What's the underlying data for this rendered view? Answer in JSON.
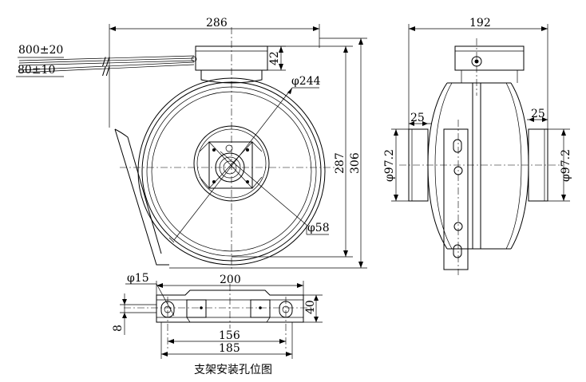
{
  "front_view": {
    "width": "286",
    "height_outer": "306",
    "height_inner": "287",
    "box_height": "42",
    "diameter_large": "φ244",
    "diameter_small": "φ58",
    "cable_long": "800±20",
    "cable_short": "80±10"
  },
  "side_view": {
    "width": "192",
    "spigot_left": "25",
    "spigot_right": "25",
    "diameter_left": "φ97.2",
    "diameter_right": "φ97.2"
  },
  "bracket_view": {
    "hole_diameter": "φ15",
    "length": "200",
    "height": "40",
    "offset": "8",
    "hole_pitch": "156",
    "hole_span": "185",
    "caption": "支架安装孔位图"
  }
}
